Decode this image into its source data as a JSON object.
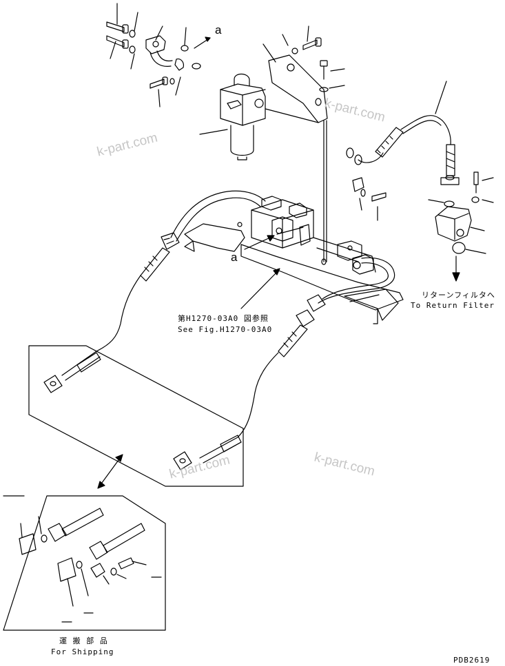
{
  "labels": {
    "marker_a_top": "a",
    "marker_a_mid": "a",
    "fig_ref_jp": "第H1270-03A0 図参照",
    "fig_ref_en": "See Fig.H1270-03A0",
    "return_filter_jp": "リターンフィルタへ",
    "return_filter_en": "To Return Filter",
    "shipping_jp": "運 搬 部 品",
    "shipping_en": "For Shipping",
    "drawing_no": "PDB2619"
  },
  "watermarks": {
    "wm1": "k-part.com",
    "wm2": "k-part.com",
    "wm3": "k-part.com",
    "wm4": "k-part.com"
  },
  "colors": {
    "ink": "#000000",
    "watermark": "#c6c6c6",
    "background": "#ffffff"
  }
}
